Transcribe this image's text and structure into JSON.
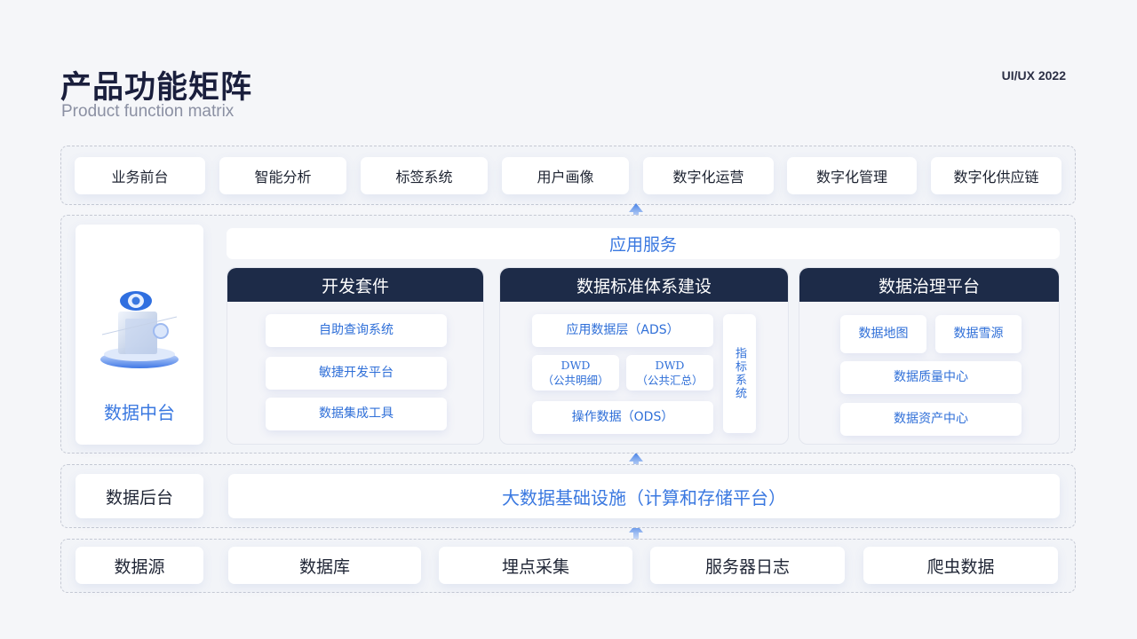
{
  "header": {
    "title": "产品功能矩阵",
    "subtitle": "Product function matrix",
    "tag": "UI/UX 2022"
  },
  "business_layer": {
    "items": [
      "业务前台",
      "智能分析",
      "标签系统",
      "用户画像",
      "数字化运营",
      "数字化管理",
      "数字化供应链"
    ]
  },
  "platform_layer": {
    "label": "数据中台",
    "service_bar": "应用服务",
    "panels": {
      "dev_kit": {
        "title": "开发套件",
        "items": [
          "自助查询系统",
          "敏捷开发平台",
          "数据集成工具"
        ]
      },
      "data_standard": {
        "title": "数据标准体系建设",
        "ads": "应用数据层（ADS）",
        "dwd_line1": "DWD",
        "dwd_line2": "（公共明细）",
        "dws_line1": "DWD",
        "dws_line2": "（公共汇总）",
        "ods": "操作数据（ODS）",
        "indicator": "指标系统"
      },
      "governance": {
        "title": "数据治理平台",
        "items": [
          "数据地图",
          "数据雪源",
          "数据质量中心",
          "数据资产中心"
        ]
      }
    }
  },
  "backend_layer": {
    "label": "数据后台",
    "infra": "大数据基础设施（计算和存储平台）"
  },
  "source_layer": {
    "label": "数据源",
    "items": [
      "数据库",
      "埋点采集",
      "服务器日志",
      "爬虫数据"
    ]
  },
  "colors": {
    "accent": "#3a78e0",
    "panel_header": "#1d2b48",
    "background": "#f5f6f9"
  }
}
